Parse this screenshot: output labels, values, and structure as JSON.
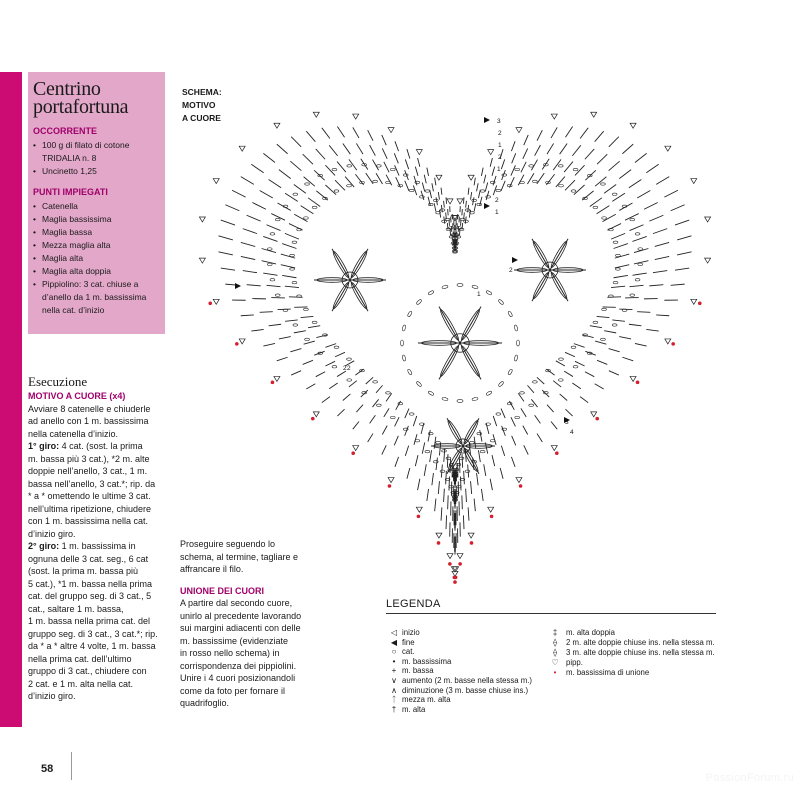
{
  "box": {
    "title_line1": "Centrino",
    "title_line2": "portafortuna",
    "occorrente_head": "OCCORRENTE",
    "occorrente": [
      [
        "100 g di filato di cotone",
        "TRIDALIA n. 8"
      ],
      [
        "Uncinetto 1,25"
      ]
    ],
    "punti_head": "PUNTI IMPIEGATI",
    "punti": [
      [
        "Catenella"
      ],
      [
        "Maglia bassissima"
      ],
      [
        "Maglia bassa"
      ],
      [
        "Mezza maglia alta"
      ],
      [
        "Maglia alta"
      ],
      [
        "Maglia alta doppia"
      ],
      [
        "Pippiolino: 3 cat. chiuse a",
        "d’anello da 1 m. bassissima",
        "nella cat. d’inizio"
      ]
    ]
  },
  "execution": {
    "title": "Esecuzione",
    "subtitle": "MOTIVO A CUORE (x4)",
    "intro": [
      "Avviare 8 catenelle e chiuderle",
      "ad anello con 1 m. bassissima",
      "nella  catenella d’inizio."
    ],
    "round1_label": "1° giro:",
    "round1": [
      " 4 cat. (sost. la prima",
      "m. bassa più 3 cat.), *2 m. alte",
      "doppie nell’anello, 3 cat., 1 m.",
      "bassa nell’anello, 3 cat.*; rip. da",
      "* a * omettendo le ultime 3 cat.",
      "nell’ultima ripetizione, chiudere",
      "con 1 m. bassissima nella cat.",
      "d’inizio giro."
    ],
    "round2_label": "2° giro:",
    "round2": [
      " 1 m. bassissima in",
      "ognuna delle 3 cat. seg., 6 cat",
      "(sost. la prima m. bassa più",
      "5 cat.), *1 m. bassa nella prima",
      "cat. del gruppo seg. di 3 cat., 5",
      "cat., saltare 1 m. bassa,",
      "1 m. bassa nella prima cat. del",
      "gruppo seg. di 3 cat., 3 cat.*; rip.",
      "da * a * altre 4 volte, 1 m. bassa",
      "nella prima cat. dell’ultimo",
      "gruppo di 3 cat., chiudere con",
      "2 cat. e 1 m. alta nella cat.",
      "d’inizio giro."
    ]
  },
  "middle": {
    "continue": [
      "Proseguire seguendo lo",
      "schema, al termine, tagliare e",
      "affrancare il filo."
    ],
    "union_title": "UNIONE DEI CUORI",
    "union": [
      "A partire dal secondo cuore,",
      "unirlo al precedente lavorando",
      "sui margini adiacenti con delle",
      "m. bassissime (evidenziate",
      "in rosso nello schema) in",
      "corrispondenza dei pippiolini.",
      "Unire i 4 cuori posizionandoli",
      "come da foto per fornare il",
      "quadrifoglio."
    ]
  },
  "schema": {
    "label": [
      "SCHEMA:",
      "MOTIVO",
      "A CUORE"
    ],
    "round_labels": [
      "3",
      "2",
      "1",
      "2",
      "1",
      "2",
      "1",
      "2",
      "1",
      "2",
      "2",
      "3",
      "4"
    ]
  },
  "legend": {
    "title": "LEGENDA",
    "left": [
      {
        "icon": "start-arrow-icon",
        "glyph": "◁",
        "text": "inizio"
      },
      {
        "icon": "end-arrow-icon",
        "glyph": "◀",
        "text": "fine"
      },
      {
        "icon": "chain-icon",
        "glyph": "○",
        "text": "cat."
      },
      {
        "icon": "slip-stitch-icon",
        "glyph": "•",
        "text": "m. bassissima"
      },
      {
        "icon": "single-crochet-icon",
        "glyph": "+",
        "text": "m. bassa"
      },
      {
        "icon": "increase-icon",
        "glyph": "∨",
        "text": "aumento (2 m. basse nella stessa m.)"
      },
      {
        "icon": "decrease-icon",
        "glyph": "∧",
        "text": "diminuzione (3 m. basse chiuse ins.)"
      },
      {
        "icon": "half-double-icon",
        "glyph": "ᛏ",
        "text": "mezza m. alta"
      },
      {
        "icon": "double-crochet-icon",
        "glyph": "†",
        "text": "m. alta"
      }
    ],
    "right": [
      {
        "icon": "treble-icon",
        "glyph": "‡",
        "text": "m. alta doppia"
      },
      {
        "icon": "two-treble-cluster-icon",
        "glyph": "⟠",
        "text": "2 m. alte doppie chiuse ins. nella stessa m."
      },
      {
        "icon": "three-treble-cluster-icon",
        "glyph": "⟠",
        "text": "3 m. alte doppie chiuse ins. nella stessa m."
      },
      {
        "icon": "picot-icon",
        "glyph": "♡",
        "text": "pipp."
      },
      {
        "icon": "join-stitch-icon",
        "glyph": "•",
        "text": "m. bassissima di unione"
      }
    ]
  },
  "footer": {
    "page_number": "58",
    "watermark": "PassionForum.ru"
  },
  "colors": {
    "magenta": "#cc0b73",
    "pink_box": "#e3a8c9",
    "subhead": "#a0006a",
    "red_join": "#d2202e"
  }
}
